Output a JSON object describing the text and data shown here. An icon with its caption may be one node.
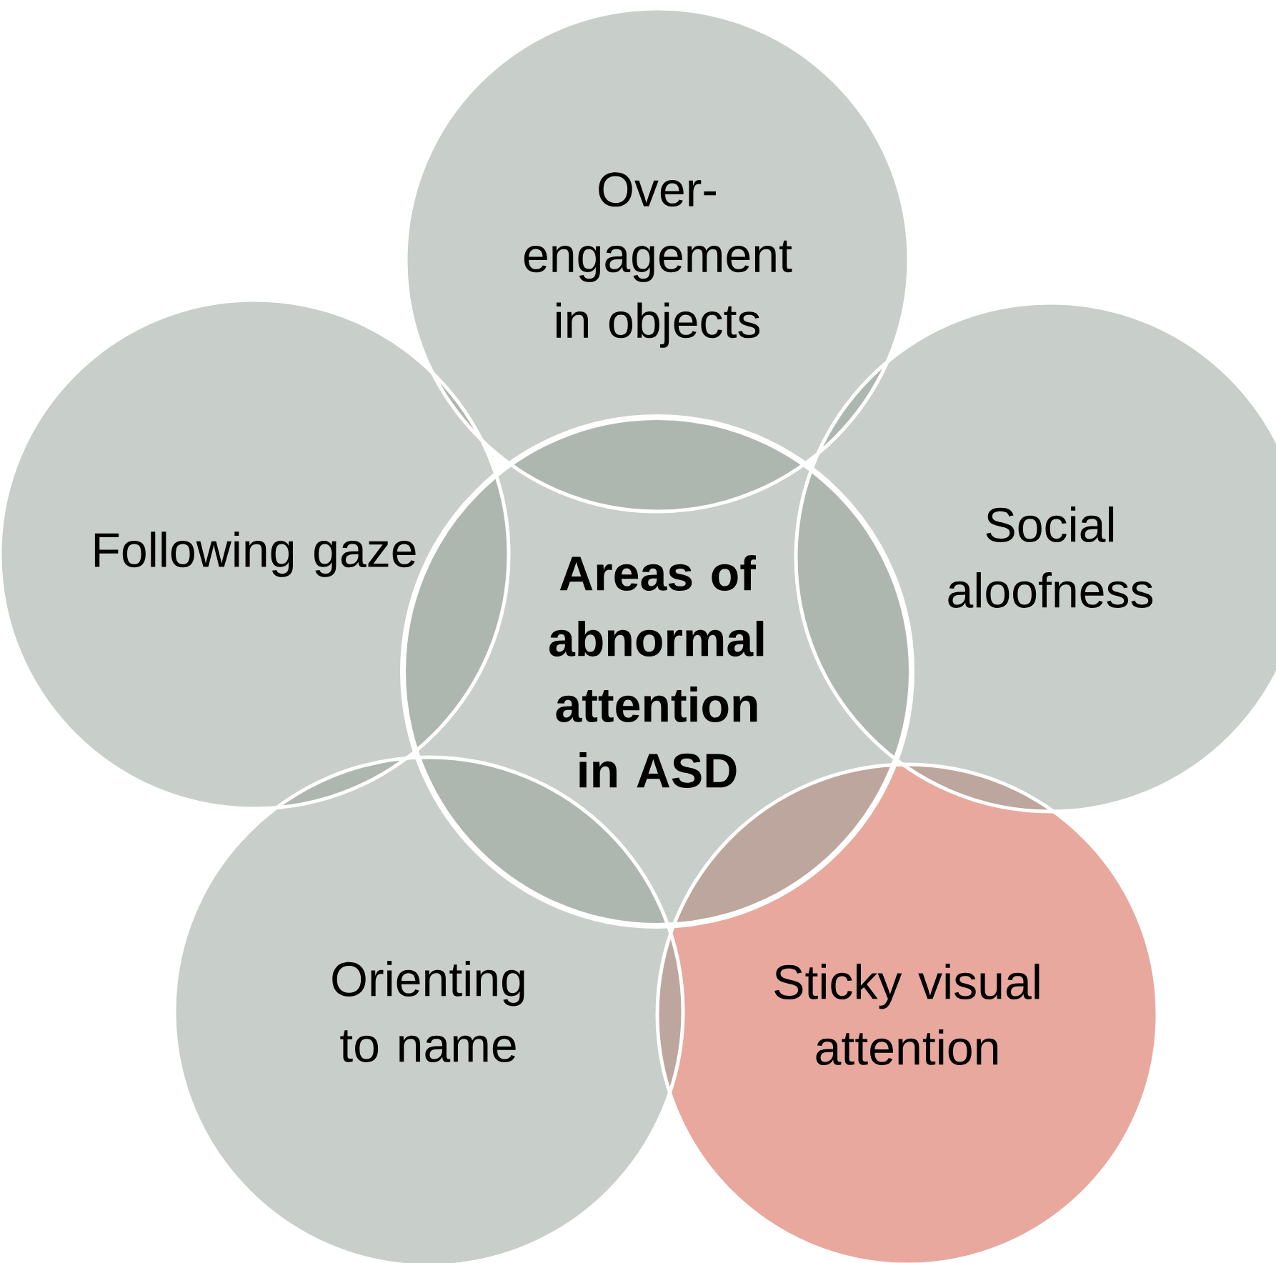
{
  "diagram": {
    "nodes": [
      {
        "text": [
          "Over-engagement in objects"
        ]
      },
      {
        "text": [
          "Following gaze"
        ]
      },
      {
        "text": [
          "Social aloofness"
        ]
      },
      {
        "text": [
          "Areas of abnormal attention in ASD"
        ]
      },
      {
        "text": [
          "Orienting to name"
        ]
      },
      {
        "text": [
          "Sticky visual attention"
        ]
      }
    ]
  }
}
